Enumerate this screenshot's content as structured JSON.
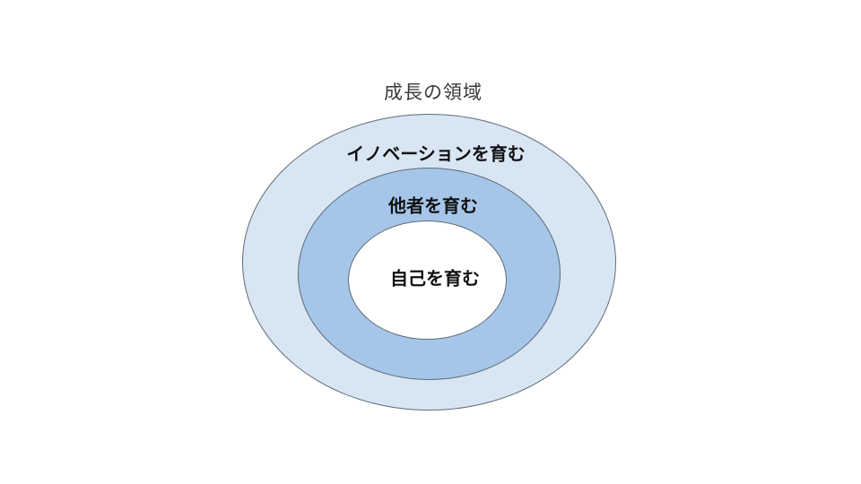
{
  "slide": {
    "background_color": "#ffffff",
    "title": "成長の領域",
    "title_color": "#3a3a3a",
    "diagram": {
      "type": "concentric-circles",
      "stroke_color": "#5f6b76",
      "label_color": "#111111",
      "levels": [
        {
          "label": "イノベーションを育む",
          "fill": "#d8e5f3"
        },
        {
          "label": "他者を育む",
          "fill": "#a5c6e8"
        },
        {
          "label": "自己を育む",
          "fill": "#ffffff"
        }
      ]
    }
  }
}
